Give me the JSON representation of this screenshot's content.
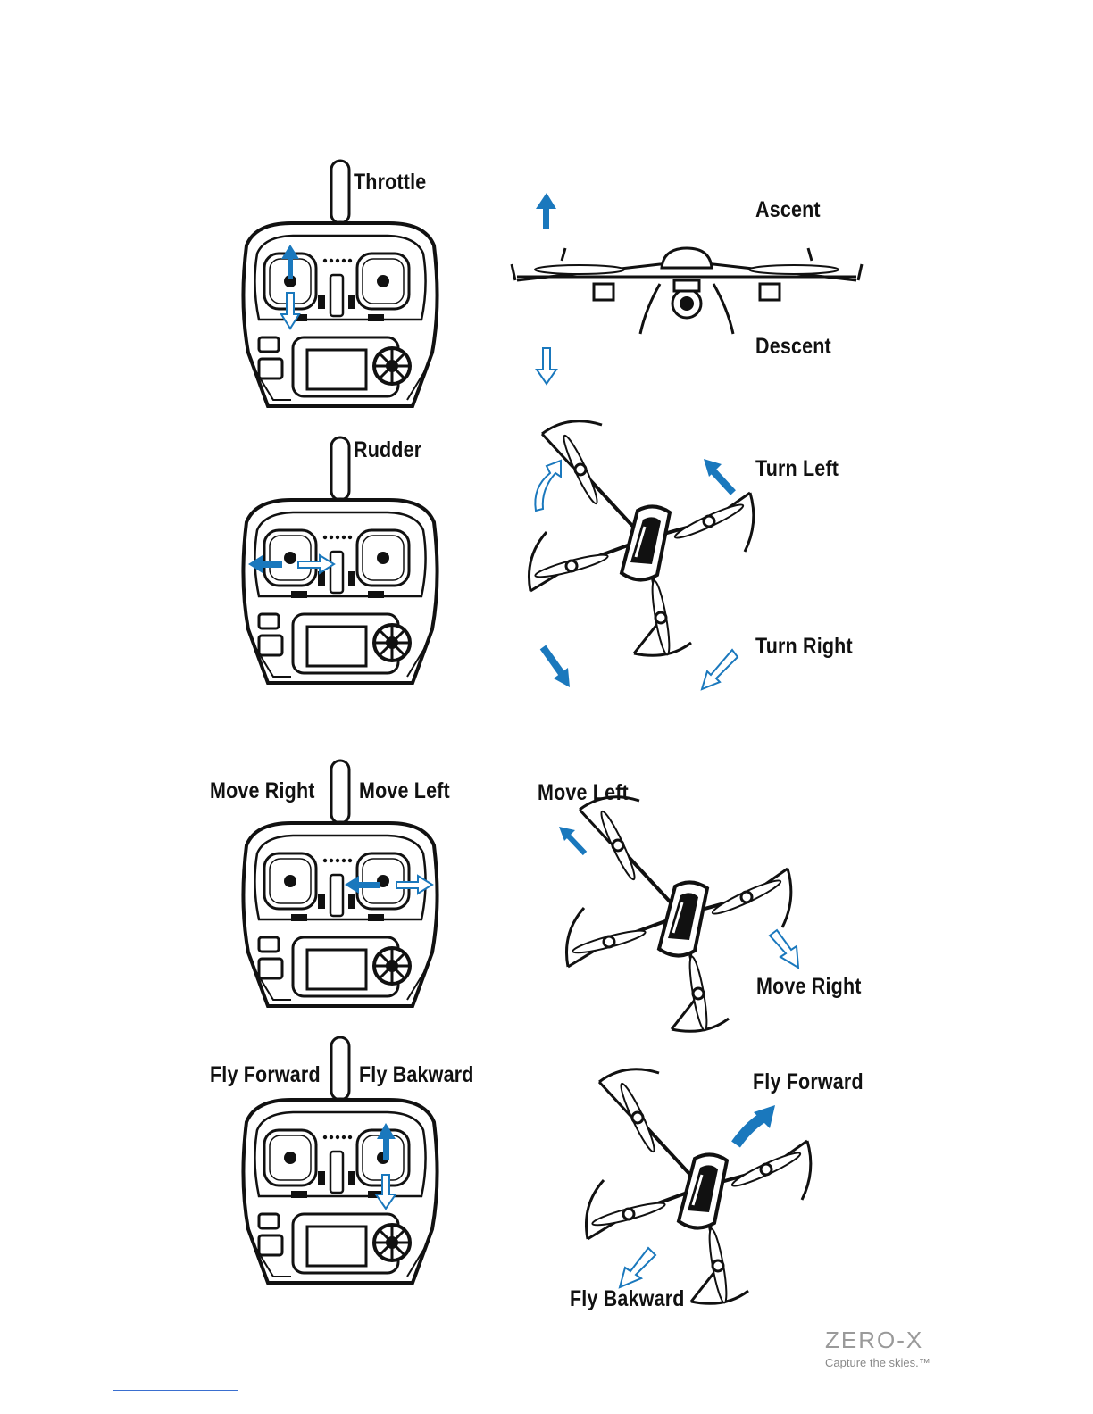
{
  "section_throttle": {
    "stick_label": "Throttle",
    "up_label": "Ascent",
    "down_label": "Descent"
  },
  "section_rudder": {
    "stick_label": "Rudder",
    "left_label": "Turn Left",
    "right_label": "Turn Right"
  },
  "section_aileron": {
    "left_stick_label": "Move Right",
    "right_stick_label": "Move Left",
    "drone_left_label": "Move Left",
    "drone_right_label": "Move Right"
  },
  "section_elevator": {
    "left_stick_label": "Fly Forward",
    "right_stick_label": "Fly Bakward",
    "drone_forward_label": "Fly Forward",
    "drone_backward_label": "Fly Bakward"
  },
  "logo": {
    "brand": "ZERO-X",
    "tagline": "Capture the skies.™"
  },
  "colors": {
    "arrow_blue": "#1a78bd",
    "line": "#111111"
  }
}
